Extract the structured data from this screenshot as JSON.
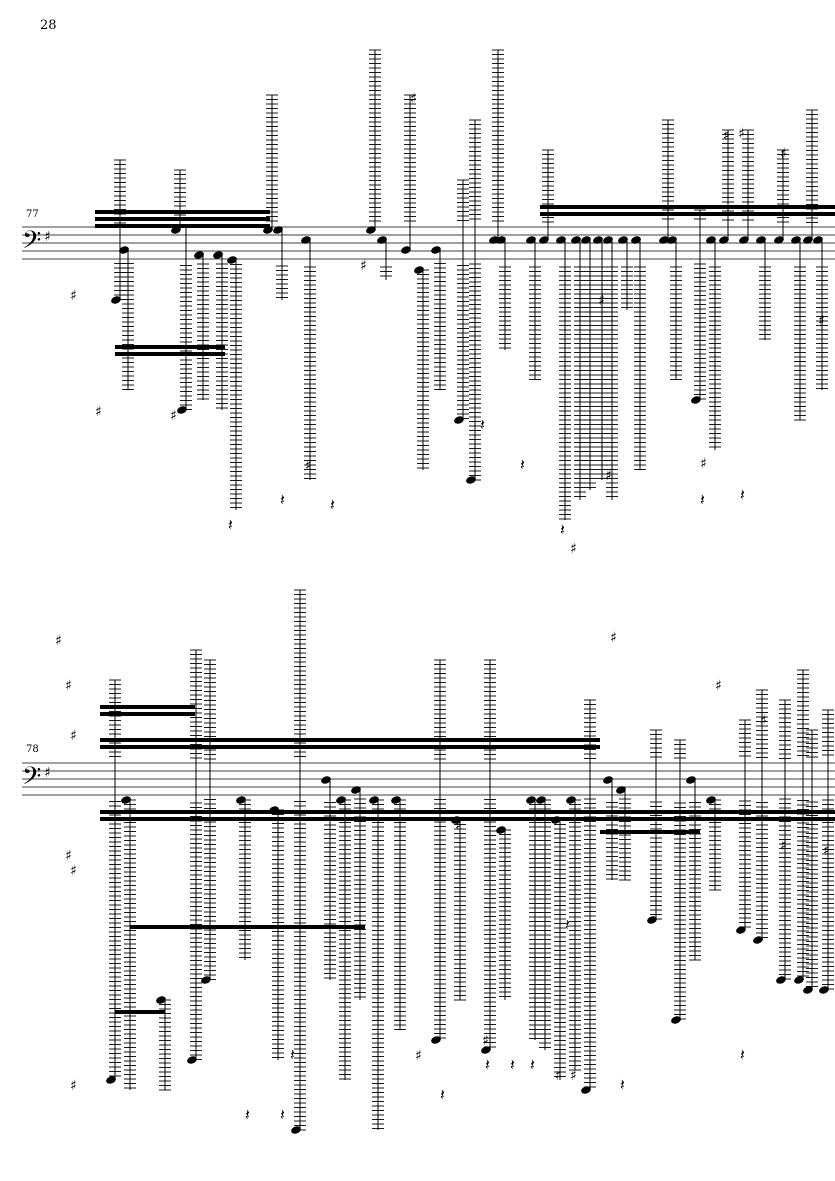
{
  "page": {
    "page_number": "28",
    "systems": [
      {
        "measure_number": "77",
        "clef": "bass"
      },
      {
        "measure_number": "78",
        "clef": "bass"
      }
    ],
    "ink_color": "#000000"
  }
}
